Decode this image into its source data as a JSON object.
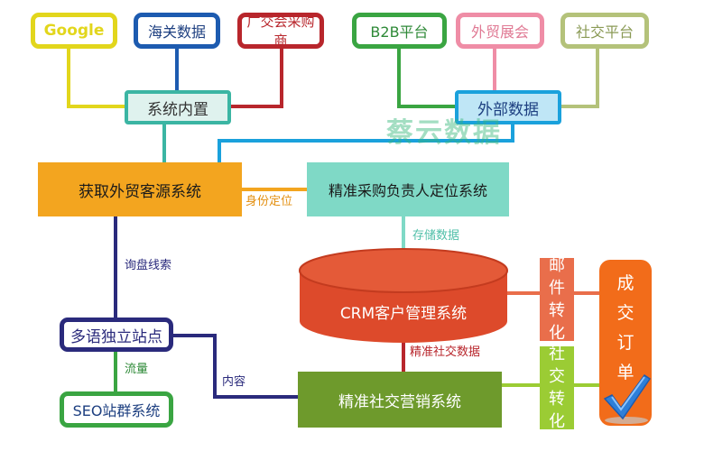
{
  "top_sources": {
    "google": "Google",
    "customs": "海关数据",
    "canton_fair": "广交会采购商",
    "b2b": "B2B平台",
    "trade_show": "外贸展会",
    "social": "社交平台"
  },
  "builtin_systems": "系统内置",
  "external_data": "外部数据",
  "watermark": "蔡云数据",
  "acquisition_system": "获取外贸客源系统",
  "positioning_system": "精准采购负责人定位系统",
  "identity_label": "身份定位",
  "storage_label": "存储数据",
  "inquiry_label": "询盘线索",
  "crm": "CRM客户管理系统",
  "multilang_site": "多语独立站点",
  "traffic_label": "流量",
  "seo": "SEO站群系统",
  "content_label": "内容",
  "social_data_label": "精准社交数据",
  "social_marketing": "精准社交营销系统",
  "email_conversion": [
    "邮",
    "件",
    "转",
    "化"
  ],
  "social_conversion": [
    "社",
    "交",
    "转",
    "化"
  ],
  "deal_order": [
    "成",
    "交",
    "订",
    "单"
  ],
  "colors": {
    "yellow": "#e2d61c",
    "blue": "#1d5bb0",
    "red": "#b8262c",
    "green": "#3aa542",
    "pink": "#ef8da6",
    "olive": "#b4c27a",
    "teal": "#3bb5a3",
    "cyan": "#1aa1dc",
    "orange": "#f3a51f",
    "mint": "#7fd9c6",
    "crm_red": "#dd4a2b",
    "navy": "#2a2a7c",
    "leaf": "#6e9a2c",
    "salmon": "#e96e4b",
    "lime": "#9bcc34",
    "deal_orange": "#f26c1a",
    "check_blue": "#2f7fd8",
    "watermark": "#35b77a"
  }
}
